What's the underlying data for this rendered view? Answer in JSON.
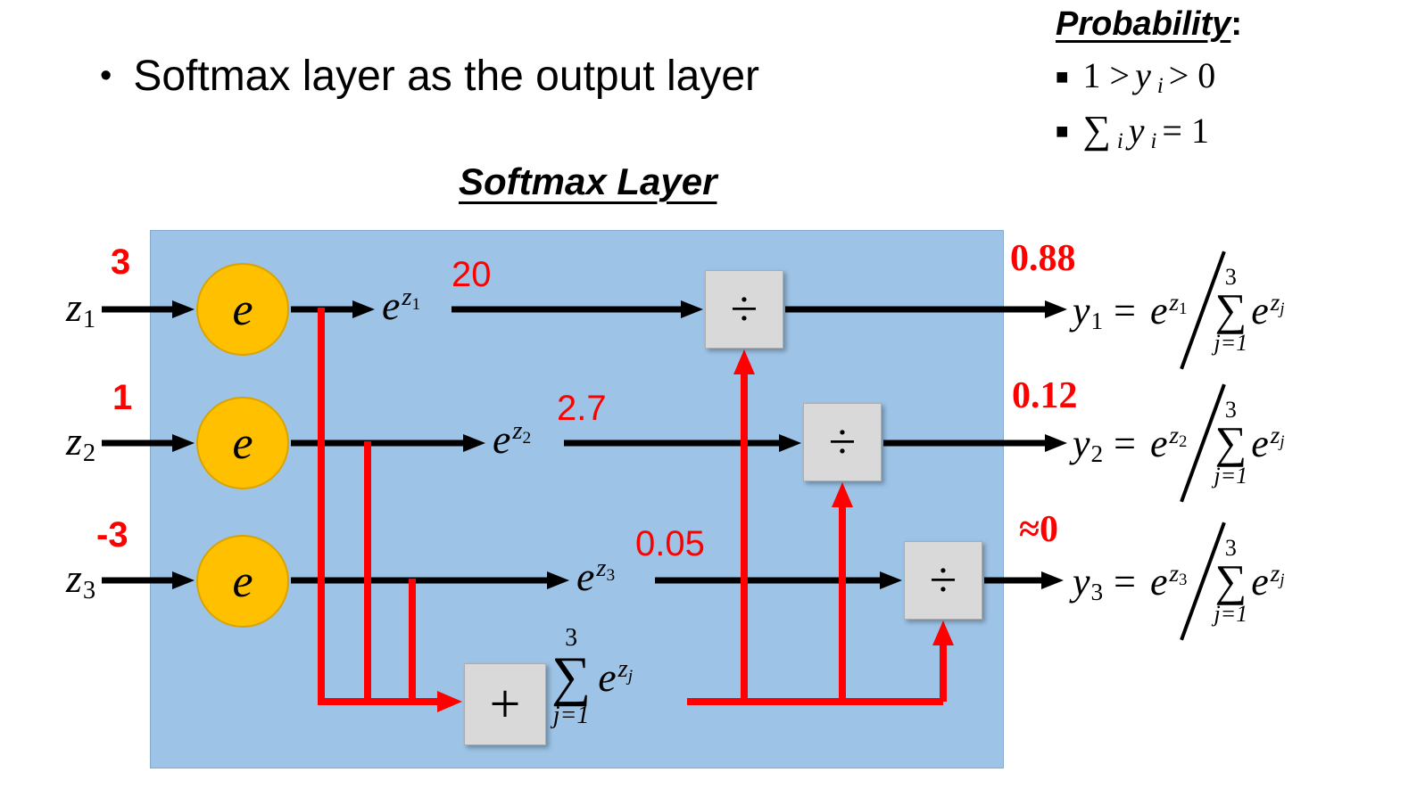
{
  "header": {
    "bullet": "•",
    "text": "Softmax layer as the output layer"
  },
  "probability": {
    "title": "Probability",
    "colon": ":",
    "square": "■",
    "line1": {
      "pre": "1 >",
      "var": "y",
      "var_sub": "i",
      "post": "> 0"
    },
    "line2": {
      "sigma": "∑",
      "sigma_sub": "i",
      "var": "y",
      "var_sub": "i",
      "post": "= 1"
    }
  },
  "diagram": {
    "title": "Softmax Layer",
    "symbols": {
      "e": "e",
      "z": "z",
      "y": "y",
      "equals": "=",
      "divide": "÷",
      "plus": "+"
    },
    "sum": {
      "upper": "3",
      "sigma": "∑",
      "lower": "j=1",
      "exp_var": "z",
      "exp_sub": "j"
    },
    "rows": [
      {
        "index": "1",
        "input_value": "3",
        "exp_value": "20",
        "output_value": "0.88"
      },
      {
        "index": "2",
        "input_value": "1",
        "exp_value": "2.7",
        "output_value": "0.12"
      },
      {
        "index": "3",
        "input_value": "-3",
        "exp_value": "0.05",
        "output_value": "≈0"
      }
    ]
  },
  "colors": {
    "panel_blue": "#9DC3E6",
    "node_orange": "#FFC000",
    "operator_gray": "#D9D9D9",
    "accent_red": "#FF0000"
  }
}
